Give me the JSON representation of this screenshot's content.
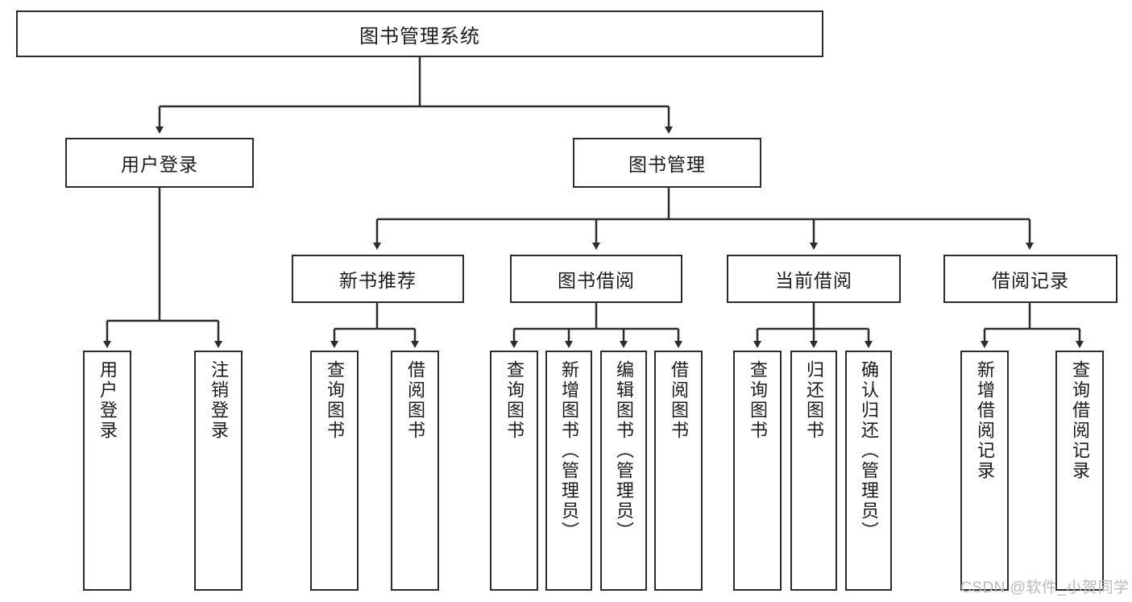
{
  "diagram": {
    "title": "图书管理系统",
    "type": "hierarchy-tree",
    "nodes": {
      "root": {
        "label": "图书管理系统",
        "level": 0
      },
      "l1a": {
        "label": "用户登录",
        "level": 1
      },
      "l1b": {
        "label": "图书管理",
        "level": 1
      },
      "l2a": {
        "label": "新书推荐",
        "level": 2
      },
      "l2b": {
        "label": "图书借阅",
        "level": 2
      },
      "l2c": {
        "label": "当前借阅",
        "level": 2
      },
      "l2d": {
        "label": "借阅记录",
        "level": 2
      },
      "leaf1": {
        "label": "用户登录",
        "level": 3
      },
      "leaf2": {
        "label": "注销登录",
        "level": 3
      },
      "leaf3": {
        "label": "查询图书",
        "level": 3
      },
      "leaf4": {
        "label": "借阅图书",
        "level": 3
      },
      "leaf5": {
        "label": "查询图书",
        "level": 3
      },
      "leaf6": {
        "label": "新增图书（管理员）",
        "level": 3
      },
      "leaf7": {
        "label": "编辑图书（管理员）",
        "level": 3
      },
      "leaf8": {
        "label": "借阅图书",
        "level": 3
      },
      "leaf9": {
        "label": "查询图书",
        "level": 3
      },
      "leaf10": {
        "label": "归还图书",
        "level": 3
      },
      "leaf11": {
        "label": "确认归还（管理员）",
        "level": 3
      },
      "leaf12": {
        "label": "新增借阅记录",
        "level": 3
      },
      "leaf13": {
        "label": "查询借阅记录",
        "level": 3
      }
    },
    "edges": [
      {
        "from": "root",
        "to": "l1a"
      },
      {
        "from": "root",
        "to": "l1b"
      },
      {
        "from": "l1a",
        "to": "leaf1"
      },
      {
        "from": "l1a",
        "to": "leaf2"
      },
      {
        "from": "l1b",
        "to": "l2a"
      },
      {
        "from": "l1b",
        "to": "l2b"
      },
      {
        "from": "l1b",
        "to": "l2c"
      },
      {
        "from": "l1b",
        "to": "l2d"
      },
      {
        "from": "l2a",
        "to": "leaf3"
      },
      {
        "from": "l2a",
        "to": "leaf4"
      },
      {
        "from": "l2b",
        "to": "leaf5"
      },
      {
        "from": "l2b",
        "to": "leaf6"
      },
      {
        "from": "l2b",
        "to": "leaf7"
      },
      {
        "from": "l2b",
        "to": "leaf8"
      },
      {
        "from": "l2c",
        "to": "leaf9"
      },
      {
        "from": "l2c",
        "to": "leaf10"
      },
      {
        "from": "l2c",
        "to": "leaf11"
      },
      {
        "from": "l2d",
        "to": "leaf12"
      },
      {
        "from": "l2d",
        "to": "leaf13"
      }
    ],
    "colors": {
      "stroke": "#2b2b2b",
      "fill": "#ffffff",
      "text": "#1b1b1b",
      "watermark": "#b9b9b9"
    }
  },
  "watermark": {
    "text": "CSDN @软件_小贺同学"
  }
}
